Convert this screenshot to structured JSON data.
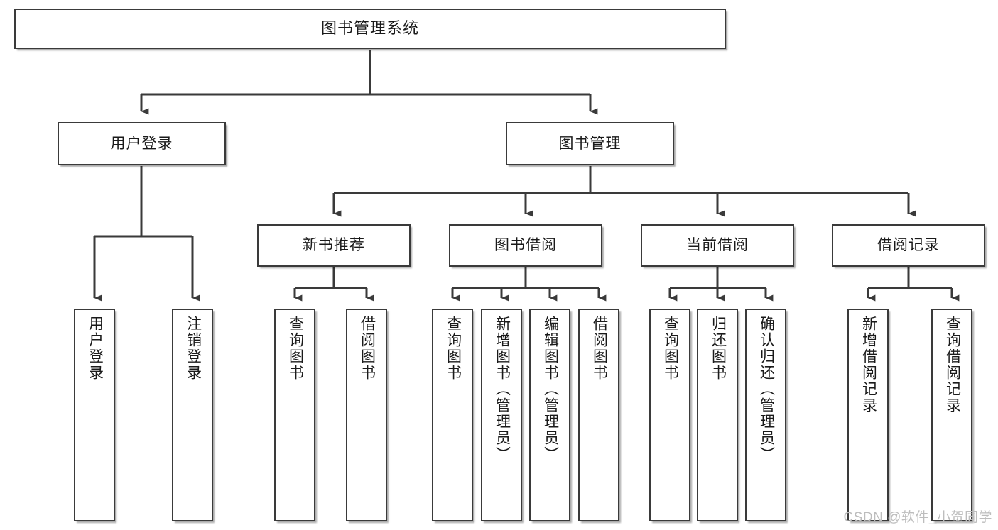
{
  "diagram": {
    "type": "tree-hierarchy",
    "title": "图书管理系统",
    "watermark": "CSDN @软件_小贺同学",
    "colors": {
      "box_border": "#3a3a3a",
      "box_fill": "#ffffff",
      "connector": "#3a3a3a",
      "text": "#1a1a1a",
      "watermark": "#bdbdbd",
      "background": "#ffffff"
    },
    "root": {
      "label": "图书管理系统"
    },
    "level2": [
      {
        "label": "用户登录"
      },
      {
        "label": "图书管理"
      }
    ],
    "level3": [
      {
        "label": "新书推荐"
      },
      {
        "label": "图书借阅"
      },
      {
        "label": "当前借阅"
      },
      {
        "label": "借阅记录"
      }
    ],
    "leaves": {
      "user_login": [
        {
          "label": "用户登录"
        },
        {
          "label": "注销登录"
        }
      ],
      "new_book_recommend": [
        {
          "label": "查询图书"
        },
        {
          "label": "借阅图书"
        }
      ],
      "book_borrow": [
        {
          "label": "查询图书"
        },
        {
          "label": "新增图书（管理员）"
        },
        {
          "label": "编辑图书（管理员）"
        },
        {
          "label": "借阅图书"
        }
      ],
      "current_borrow": [
        {
          "label": "查询图书"
        },
        {
          "label": "归还图书"
        },
        {
          "label": "确认归还（管理员）"
        }
      ],
      "borrow_record": [
        {
          "label": "新增借阅记录"
        },
        {
          "label": "查询借阅记录"
        }
      ]
    }
  }
}
